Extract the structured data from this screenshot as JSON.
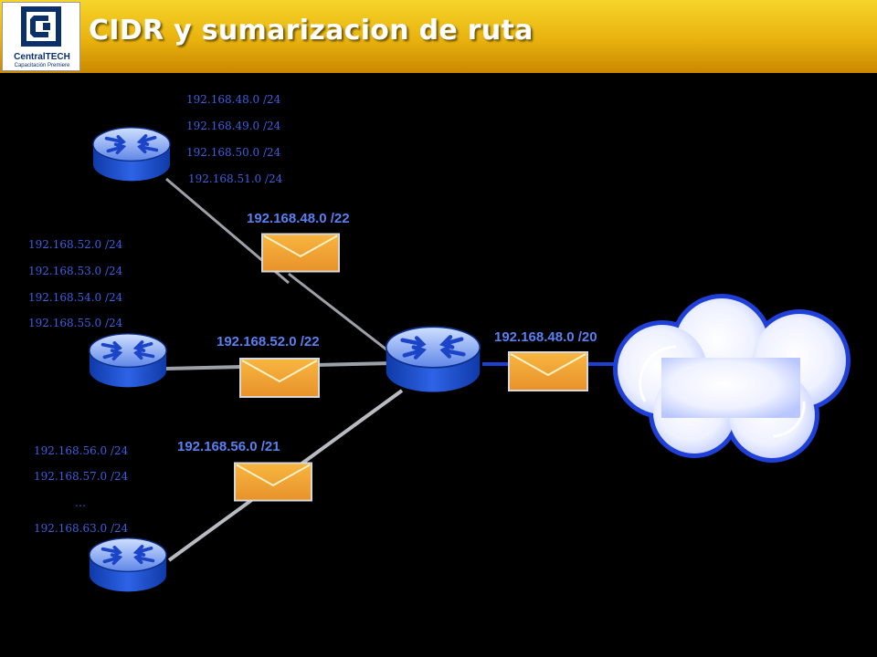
{
  "title": "CIDR y sumarizacion de ruta",
  "logo": {
    "brand_plain": "Central",
    "brand_bold": "TECH",
    "tagline": "Capacitación Premiere"
  },
  "router_top_subnets": [
    "192.168.48.0 /24",
    "192.168.49.0 /24",
    "192.168.50.0 /24",
    "192.168.51.0 /24"
  ],
  "router_mid_subnets": [
    "192.168.52.0 /24",
    "192.168.53.0 /24",
    "192.168.54.0 /24",
    "192.168.55.0 /24"
  ],
  "router_bot_subnets": [
    "192.168.56.0 /24",
    "192.168.57.0 /24",
    "…",
    "192.168.63.0 /24"
  ],
  "summaries": {
    "top": "192.168.48.0 /22",
    "mid": "192.168.52.0 /22",
    "bot": "192.168.56.0 /21",
    "core": "192.168.48.0 /20"
  },
  "colors": {
    "title_bar": "#e9b20e",
    "router": "#1e4fd6",
    "envelope": "#f0a030",
    "label": "#5a7ff0",
    "cloud": "#c8d4ff"
  },
  "icons": [
    "router-icon",
    "envelope-icon",
    "cloud-icon"
  ]
}
